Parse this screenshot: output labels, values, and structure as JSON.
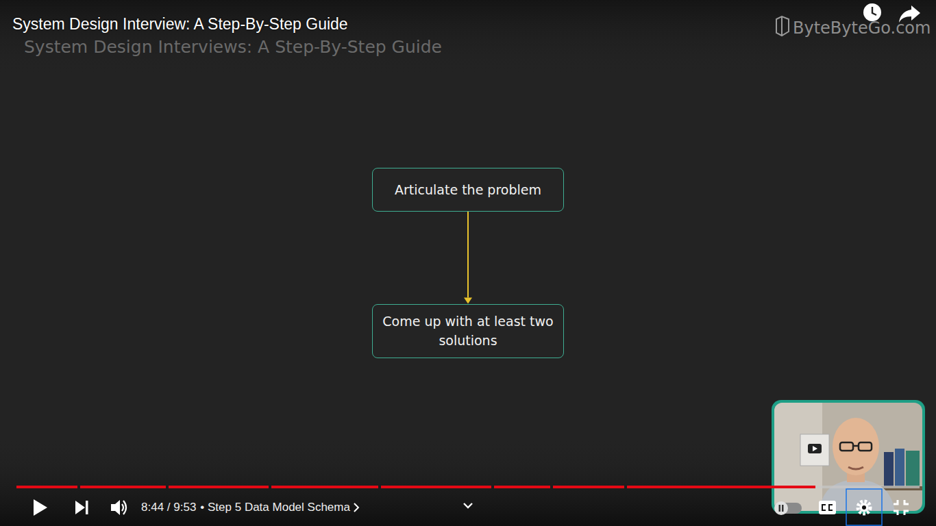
{
  "diagram": {
    "title": "System Design Interview: A Step-By-Step Guide",
    "nodes": [
      {
        "text": [
          "Articulate the problem"
        ]
      },
      {
        "text": [
          "Come up with at least two solutions"
        ]
      }
    ],
    "edges": [
      {
        "from": 0,
        "to": 1,
        "arrow": "to"
      }
    ],
    "labels": [
      "System Design Interviews: A Step-By-Step Guide",
      "ByteByteGo.com",
      "8:44 / 9:53",
      "• Step 5 Data Model Schema"
    ]
  }
}
